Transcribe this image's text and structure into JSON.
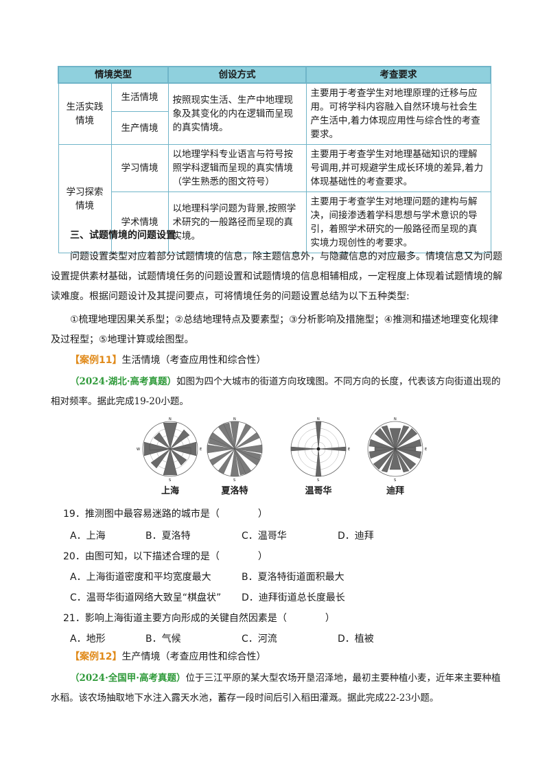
{
  "table": {
    "headers": [
      "情境类型",
      "创设方式",
      "考查要求"
    ],
    "rows": [
      {
        "group": "生活实践情境",
        "type": "生活情境",
        "method": "按照现实生活、生产中地理现象及其变化的内在逻辑而呈现的真实情境。",
        "requirement": "主要用于考查学生对地理原理的迁移与应用。可将学科内容融入自然环境与社会生产生活中,着力体现应用性与综合性的考查要求。"
      },
      {
        "type": "生产情境"
      },
      {
        "group": "学习探索情境",
        "type": "学习情境",
        "method": "以地理学科专业语言与符号按照学科逻辑而呈现的真实情境（学生熟悉的图文符号）",
        "requirement": "主要用于考查学生对地理基础知识的理解号调用,并可规避学生成长环境的差异,着力体现基础性的考查要求。"
      },
      {
        "type": "学术情境",
        "method": "以地理科学问题为背景,按照学术研究的一般路径而呈现的真实境。",
        "requirement": "主要用于考查学生对地理问题的建构与解决，间接渗透着学科思想与学术意识的导引，着照学术研究的一般路径而呈现的真实境力现创性的考要求。"
      }
    ]
  },
  "section_title": "三、试题情境的问题设置",
  "paragraph1": "问题设置类型对应着部分试题情境的信息，除主题信息外，与隐藏信息的对应最多。情境信息又为问题设置提供素材基础，试题情境任务的问题设置和试题情境的信息相辅相成，一定程度上体现着试题情境的解读难度。根据问题设计及其提问要点，可将情境任务的问题设置总结为以下五种类型:",
  "paragraph2": "①梳理地理因果关系型；②总结地理特点及要素型；③分析影响及措施型；④推测和描述地理变化规律及过程型；⑤地理计算或绘图型。",
  "case11": {
    "tag": "【案例11】",
    "text": "生活情境（考查应用性和综合性）"
  },
  "source11": {
    "tag": "（2024·湖北·高考真题）",
    "text": "如图为四个大城市的街道方向玫瑰图。不同方向的长度，代表该方向街道出现的相对频率。据此完成19-20小题。"
  },
  "roses": [
    {
      "label": "上海",
      "icon": "rose-diagram-icon"
    },
    {
      "label": "夏洛特",
      "icon": "rose-diagram-icon"
    },
    {
      "label": "温哥华",
      "icon": "rose-diagram-icon"
    },
    {
      "label": "迪拜",
      "icon": "rose-diagram-icon"
    }
  ],
  "compass": {
    "n": "N",
    "s": "S",
    "e": "E",
    "w": "W"
  },
  "questions": [
    {
      "stem": "19．推测图中最容易迷路的城市是（　　　　）",
      "options": [
        "A．上海",
        "B．夏洛特",
        "C．温哥华",
        "D．迪拜"
      ]
    },
    {
      "stem": "20．由图可知，以下描述合理的是（　　　　）",
      "options": [
        "A．上海街道密度和平均宽度最大",
        "B．夏洛特街道面积最大",
        "C．温哥华街道网络大致呈“棋盘状”",
        "D．迪拜街道总长度最长"
      ]
    },
    {
      "stem": "21．影响上海街道主要方向形成的关键自然因素是（　　　　）",
      "options": [
        "A．地形",
        "B．气候",
        "C．河流",
        "D．植被"
      ]
    }
  ],
  "case12": {
    "tag": "【案例12】",
    "text": "生产情境（考查应用性和综合性）"
  },
  "source12": {
    "tag": "（2024·全国甲·高考真题）",
    "text": "位于三江平原的某大型农场开垦沼泽地，最初主要种植小麦，近年来主要种植水稻。该农场抽取地下水注入露天水池，蓄存一段时间后引入稻田灌溉。据此完成22-23小题。"
  },
  "colors": {
    "table_header": "#8fd0dd",
    "table_border": "#6fb4c8",
    "case_tag": "#e08a1a",
    "source_tag": "#2f9a3a"
  }
}
